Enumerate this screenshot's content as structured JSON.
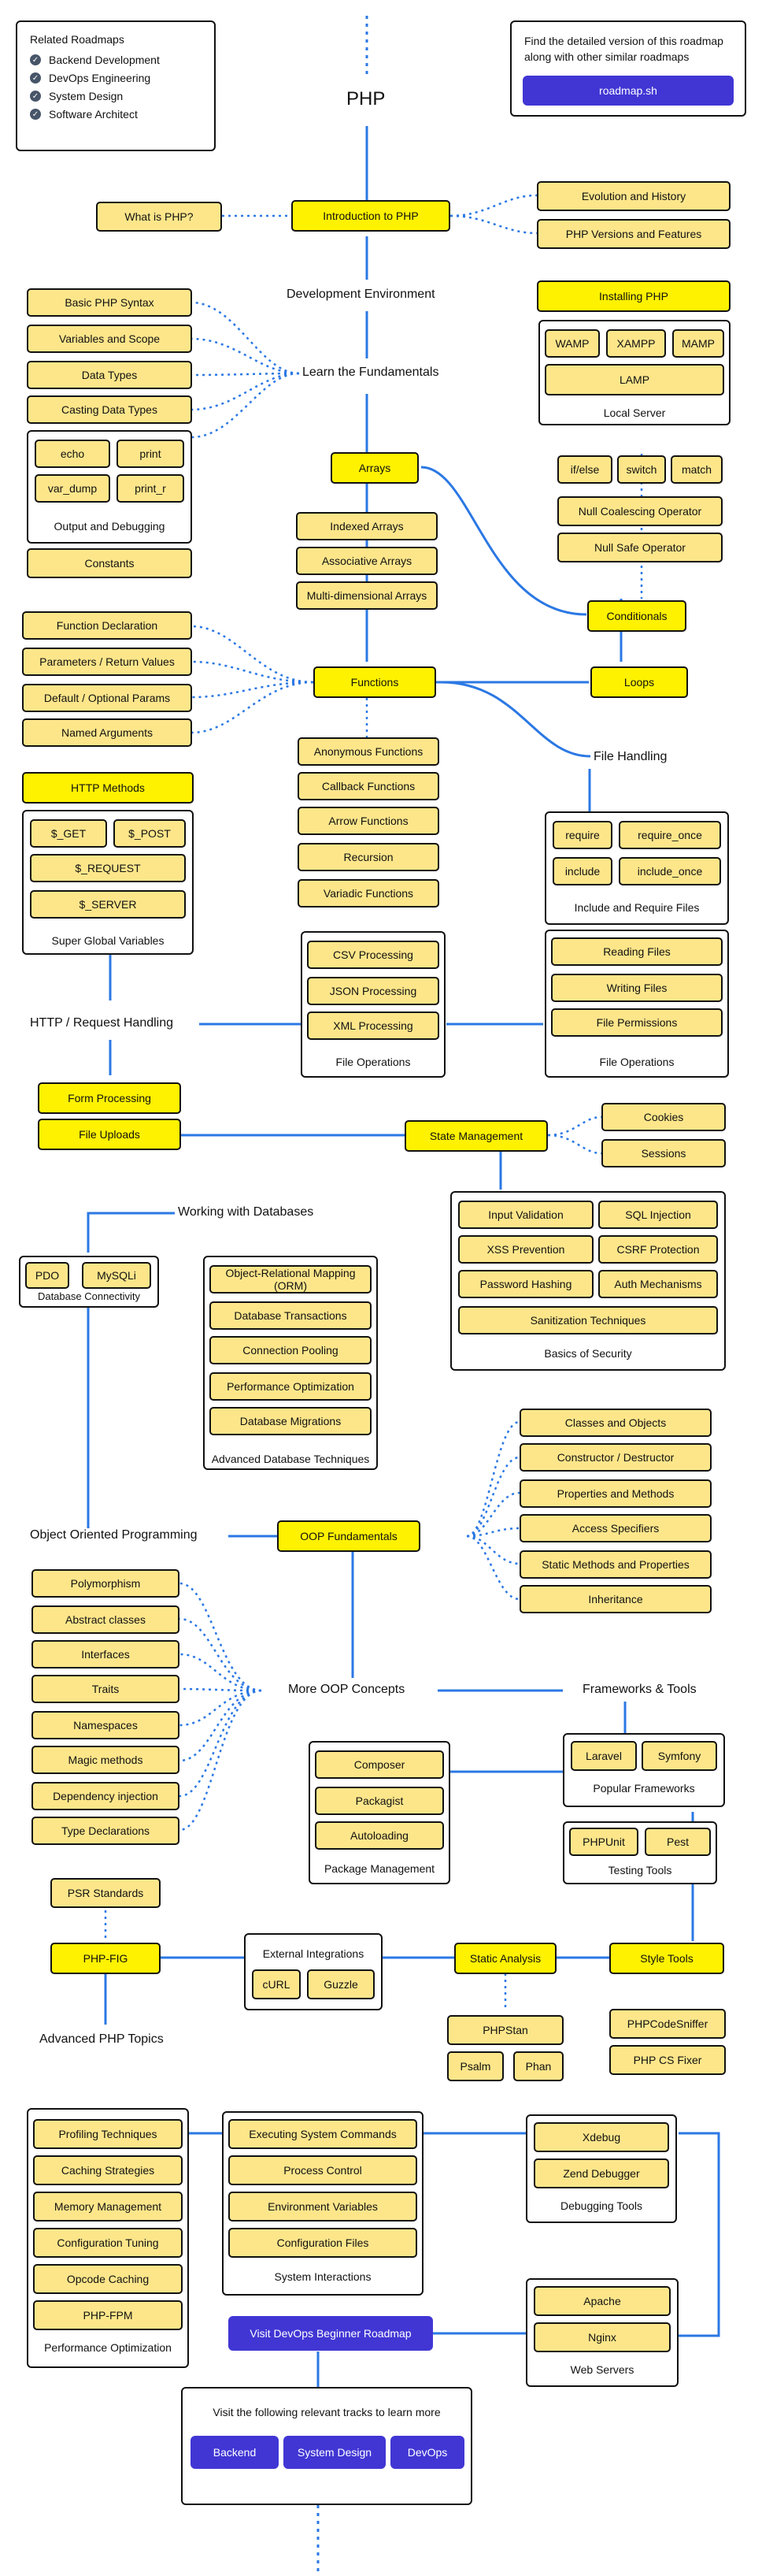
{
  "title": "PHP",
  "related": {
    "heading": "Related Roadmaps",
    "items": [
      "Backend Development",
      "DevOps Engineering",
      "System Design",
      "Software Architect"
    ]
  },
  "promo": {
    "text": "Find the detailed version of this roadmap along with other similar roadmaps",
    "button": "roadmap.sh"
  },
  "sections": {
    "dev_env": "Development Environment",
    "fundamentals": "Learn the Fundamentals",
    "file_handling": "File Handling",
    "http": "HTTP / Request Handling",
    "databases": "Working with Databases",
    "oop": "Object Oriented Programming",
    "more_oop": "More OOP Concepts",
    "frameworks": "Frameworks & Tools",
    "advanced": "Advanced PHP Topics"
  },
  "topics": {
    "intro": "Introduction to PHP",
    "installing": "Installing PHP",
    "arrays": "Arrays",
    "conditionals": "Conditionals",
    "functions": "Functions",
    "loops": "Loops",
    "http_methods": "HTTP Methods",
    "form_processing": "Form Processing",
    "file_uploads": "File Uploads",
    "state": "State Management",
    "oop_fund": "OOP Fundamentals",
    "php_fig": "PHP-FIG",
    "static_analysis": "Static Analysis",
    "style_tools": "Style Tools"
  },
  "subs": {
    "what_is": "What is PHP?",
    "evolution": "Evolution and History",
    "versions": "PHP Versions and Features",
    "basic_syntax": "Basic PHP Syntax",
    "variables": "Variables and Scope",
    "data_types": "Data Types",
    "casting": "Casting Data Types",
    "echo": "echo",
    "print": "print",
    "var_dump": "var_dump",
    "print_r": "print_r",
    "constants": "Constants",
    "wamp": "WAMP",
    "xampp": "XAMPP",
    "mamp": "MAMP",
    "lamp": "LAMP",
    "indexed": "Indexed Arrays",
    "assoc": "Associative Arrays",
    "multi": "Multi-dimensional Arrays",
    "ifelse": "if/else",
    "switch": "switch",
    "match": "match",
    "null_coalescing": "Null Coalescing Operator",
    "null_safe": "Null Safe Operator",
    "func_decl": "Function Declaration",
    "params": "Parameters / Return Values",
    "default_params": "Default / Optional Params",
    "named_args": "Named Arguments",
    "anonymous": "Anonymous Functions",
    "callback": "Callback Functions",
    "arrow": "Arrow Functions",
    "recursion": "Recursion",
    "variadic": "Variadic Functions",
    "get": "$_GET",
    "post": "$_POST",
    "request": "$_REQUEST",
    "server": "$_SERVER",
    "csv": "CSV Processing",
    "json": "JSON Processing",
    "xml": "XML Processing",
    "require": "require",
    "require_once": "require_once",
    "include": "include",
    "include_once": "include_once",
    "reading": "Reading Files",
    "writing": "Writing Files",
    "permissions": "File Permissions",
    "cookies": "Cookies",
    "sessions": "Sessions",
    "input_validation": "Input Validation",
    "sql_injection": "SQL Injection",
    "xss": "XSS Prevention",
    "csrf": "CSRF Protection",
    "password_hashing": "Password Hashing",
    "auth": "Auth Mechanisms",
    "sanitization": "Sanitization Techniques",
    "pdo": "PDO",
    "mysqli": "MySQLi",
    "orm": "Object-Relational Mapping (ORM)",
    "db_transactions": "Database Transactions",
    "pooling": "Connection Pooling",
    "perf_opt": "Performance Optimization",
    "migrations": "Database Migrations",
    "classes": "Classes and Objects",
    "constructor": "Constructor / Destructor",
    "properties": "Properties and Methods",
    "access": "Access Specifiers",
    "static_methods": "Static Methods and Properties",
    "inheritance": "Inheritance",
    "polymorphism": "Polymorphism",
    "abstract": "Abstract classes",
    "interfaces": "Interfaces",
    "traits": "Traits",
    "namespaces": "Namespaces",
    "magic": "Magic methods",
    "di": "Dependency injection",
    "type_decl": "Type Declarations",
    "laravel": "Laravel",
    "symfony": "Symfony",
    "composer": "Composer",
    "packagist": "Packagist",
    "autoloading": "Autoloading",
    "phpunit": "PHPUnit",
    "pest": "Pest",
    "psr": "PSR Standards",
    "curl": "cURL",
    "guzzle": "Guzzle",
    "phpstan": "PHPStan",
    "psalm": "Psalm",
    "phan": "Phan",
    "codesniffer": "PHPCodeSniffer",
    "csfixer": "PHP CS Fixer",
    "profiling": "Profiling Techniques",
    "caching": "Caching Strategies",
    "memory": "Memory Management",
    "config_tuning": "Configuration Tuning",
    "opcode": "Opcode Caching",
    "fpm": "PHP-FPM",
    "exec_cmds": "Executing System Commands",
    "process_control": "Process Control",
    "env_vars": "Environment Variables",
    "config_files": "Configuration Files",
    "xdebug": "Xdebug",
    "zend": "Zend Debugger",
    "apache": "Apache",
    "nginx": "Nginx"
  },
  "groups": {
    "output_debugging": "Output and Debugging",
    "local_server": "Local Server",
    "superglobals": "Super Global Variables",
    "include_require": "Include and Require Files",
    "file_ops_left": "File Operations",
    "file_ops_right": "File Operations",
    "security": "Basics of Security",
    "db_conn": "Database Connectivity",
    "adv_db": "Advanced Database Techniques",
    "popular_fw": "Popular Frameworks",
    "pkg_mgmt": "Package Management",
    "testing": "Testing Tools",
    "ext_integrations": "External Integrations",
    "perf_optimization": "Performance Optimization",
    "sys_interactions": "System Interactions",
    "debugging_tools": "Debugging Tools",
    "web_servers": "Web Servers"
  },
  "devops_button": "Visit DevOps Beginner Roadmap",
  "footer": {
    "text": "Visit the following relevant tracks to learn more",
    "buttons": [
      "Backend",
      "System Design",
      "DevOps"
    ]
  },
  "colors": {
    "topic": "#fef200",
    "subtopic": "#fde68a",
    "line": "#2b78e4",
    "button": "#4136d4"
  }
}
